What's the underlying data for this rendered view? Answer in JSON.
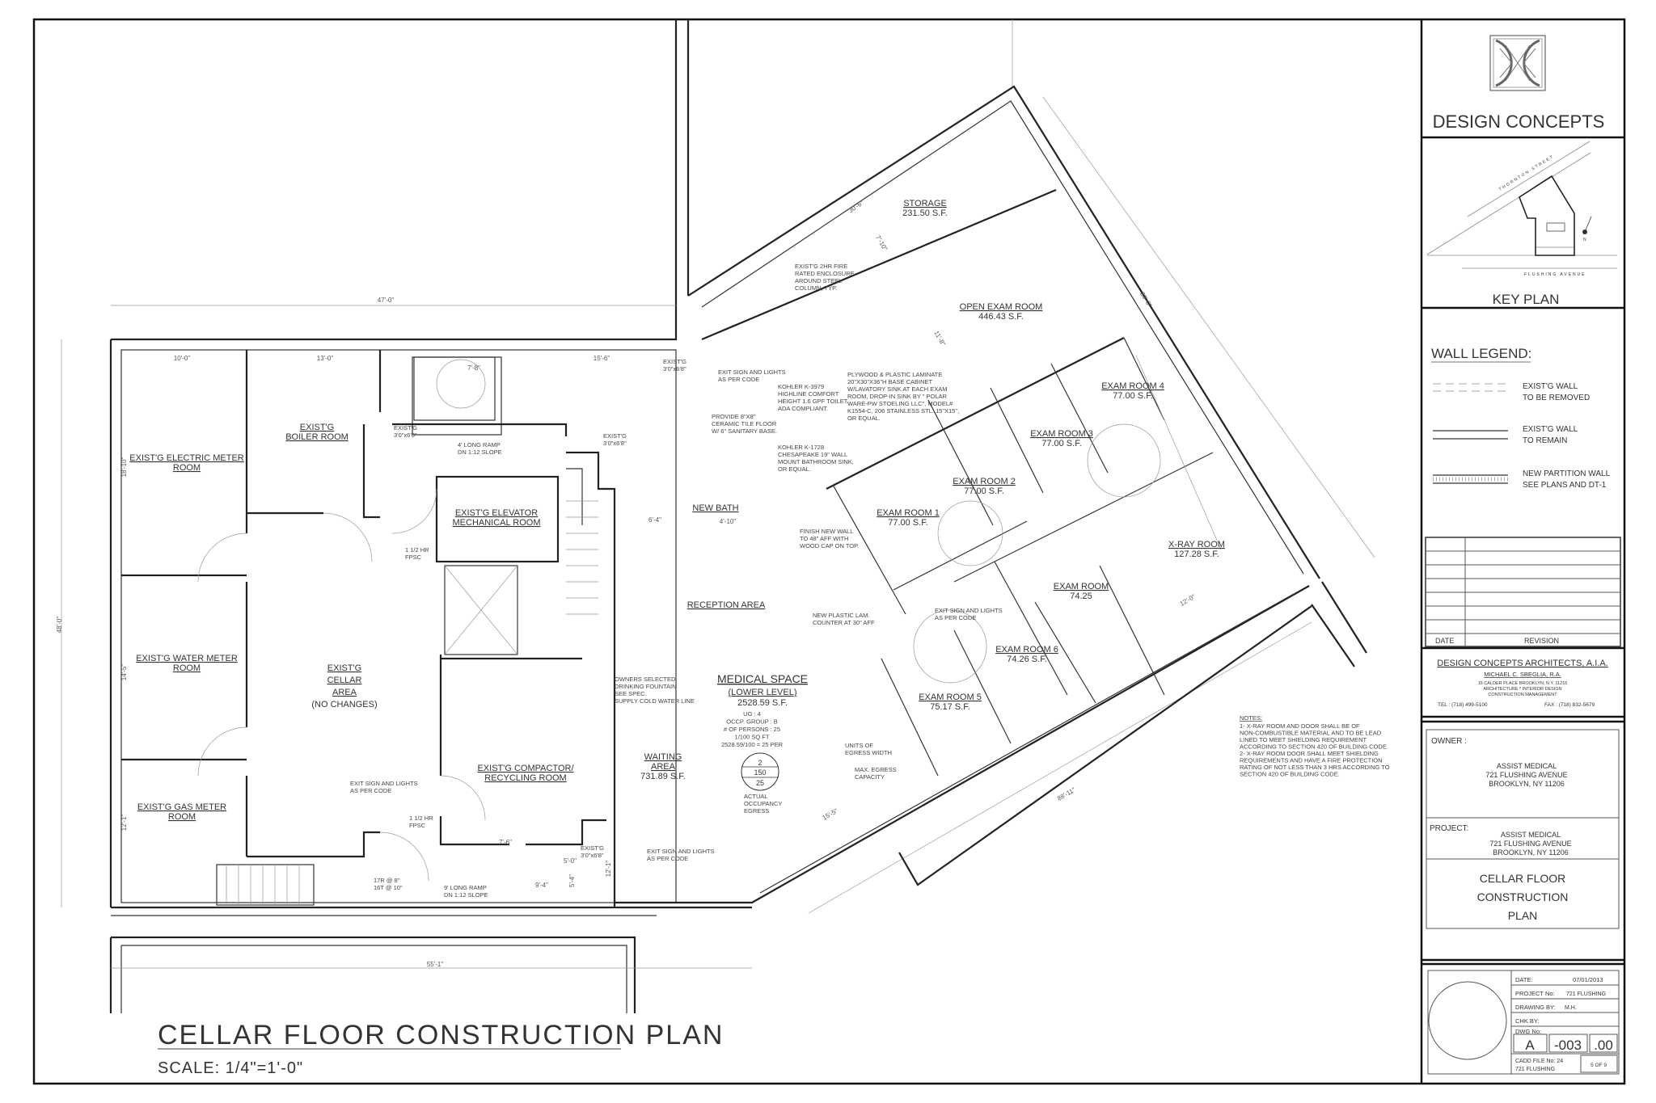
{
  "drawing": {
    "title": "CELLAR FLOOR CONSTRUCTION PLAN",
    "scale": "SCALE: 1/4\"=1'-0\""
  },
  "plan": {
    "rooms": [
      {
        "name": "EXIST'G ELECTRIC METER",
        "name2": "ROOM",
        "area": ""
      },
      {
        "name": "EXIST'G",
        "name2": "BOILER ROOM",
        "area": ""
      },
      {
        "name": "EXIST'G ELEVATOR",
        "name2": "MECHANICAL ROOM",
        "area": ""
      },
      {
        "name": "EXIST'G",
        "name2": "CELLAR",
        "name3": "AREA",
        "area": "(NO CHANGES)"
      },
      {
        "name": "EXIST'G WATER METER",
        "name2": "ROOM",
        "area": ""
      },
      {
        "name": "EXIST'G GAS METER",
        "name2": "ROOM",
        "area": ""
      },
      {
        "name": "EXIST'G COMPACTOR/",
        "name2": "RECYCLING  ROOM",
        "area": ""
      },
      {
        "name": "RECEPTION AREA",
        "area": ""
      },
      {
        "name": "WAITING",
        "name2": "AREA",
        "area": "731.89 S.F."
      },
      {
        "name": "STORAGE",
        "area": "231.50 S.F."
      },
      {
        "name": "OPEN EXAM ROOM",
        "area": "446.43 S.F."
      },
      {
        "name": "EXAM ROOM 4",
        "area": "77.00 S.F."
      },
      {
        "name": "EXAM ROOM 3",
        "area": "77.00 S.F."
      },
      {
        "name": "EXAM ROOM 2",
        "area": "77.00 S.F."
      },
      {
        "name": "EXAM ROOM 1",
        "area": "77.00 S.F."
      },
      {
        "name": "X-RAY ROOM",
        "area": "127.28 S.F."
      },
      {
        "name": "EXAM ROOM",
        "area": "74.25"
      },
      {
        "name": "EXAM ROOM 6",
        "area": "74.26 S.F."
      },
      {
        "name": "EXAM ROOM 5",
        "area": "75.17 S.F."
      },
      {
        "name": "NEW BATH",
        "area": ""
      }
    ],
    "medical_space": {
      "title": "MEDICAL SPACE",
      "subtitle": "(LOWER LEVEL)",
      "area": "2528.59 S.F.",
      "lines": [
        "UG : 4",
        "OCCP. GROUP : B",
        "# OF PERSONS : 25",
        "1/100 SQ FT",
        "2528.59/100 = 25 PER"
      ]
    },
    "egress": {
      "units": "2",
      "capacity": "150",
      "actual": "25",
      "label_units": [
        "UNITS OF",
        "EGRESS WIDTH"
      ],
      "label_capacity": [
        "MAX. EGRESS",
        "CAPACITY"
      ],
      "label_actual": [
        "ACTUAL",
        "OCCUPANCY",
        "EGRESS"
      ]
    },
    "callouts": [
      [
        "EXIST'G 2HR FIRE",
        "RATED ENCLOSURE",
        "AROUND STEEL",
        "COLUMN, TYP."
      ],
      [
        "PLYWOOD & PLASTIC LAMINATE",
        "20\"X30\"X36\"H BASE CABINET",
        "W/LAVATORY SINK AT EACH EXAM",
        "ROOM, DROP-IN SINK BY \" POLAR",
        "WARE-PW STOELING LLC\", MODEL#",
        "K1554-C, 206 STAINLESS STL. 15\"X15\",",
        "OR EQUAL."
      ],
      [
        "PROVIDE 8\"X8\"",
        "CERAMIC TILE FLOOR",
        "W/ 6\" SANITARY BASE."
      ],
      [
        "KOHLER K-3979",
        "HIGHLINE COMFORT",
        "HEIGHT 1.6 GPF TOILET.",
        "ADA COMPLIANT."
      ],
      [
        "KOHLER K-1728",
        "CHESAPEAKE 19\" WALL",
        "MOUNT BATHROOM SINK,",
        "OR EQUAL."
      ],
      [
        "EXIT SIGN AND LIGHTS",
        "AS PER CODE"
      ],
      [
        "FINISH NEW WALL",
        "TO 48\" AFF WITH",
        "WOOD CAP ON TOP."
      ],
      [
        "NEW PLASTIC LAM.",
        "COUNTER AT 30\" AFF"
      ],
      [
        "OWNERS SELECTED",
        "DRINKING FOUNTAIN",
        "SEE SPEC.",
        "SUPPLY COLD WATER LINE"
      ],
      [
        "EXIT SIGN AND LIGHTS",
        "AS PER CODE"
      ],
      [
        "EXIT SIGN AND LIGHTS",
        "AS PER CODE"
      ],
      [
        "EXIT SIGN AND LIGHTS",
        "AS PER CODE"
      ],
      [
        "4' LONG RAMP",
        "DN 1:12 SLOPE"
      ],
      [
        "9' LONG RAMP",
        "DN 1:12 SLOPE"
      ],
      [
        "17R @ 8\"",
        "16T @ 10\""
      ],
      [
        "1 1/2 HR",
        "FPSC"
      ],
      [
        "1 1/2 HR",
        "FPSC"
      ],
      [
        "EXIST'G",
        "3'0\"x6'8\""
      ],
      [
        "EXIST'G",
        "3'0\"x6'8\""
      ],
      [
        "EXIST'G",
        "3'0\"x6'8\""
      ],
      [
        "EXIST'G",
        "3'0\"x6'8\""
      ]
    ],
    "notes": {
      "title": "NOTES:",
      "lines": [
        "1- X-RAY ROOM AND DOOR SHALL BE OF",
        "NON-COMBUSTIBLE MATERIAL AND TO BE LEAD",
        "LINED TO MEET SHIELDING REQUIREMENT",
        "ACCORDING TO SECTION 420 OF BUILDING CODE.",
        "2- X-RAY ROOM DOOR SHALL MEET SHIELDING",
        "REQUIREMENTS AND HAVE A FIRE PROTECTION",
        "RATING OF NOT LESS THAN 3 HRS ACCORDING TO",
        "SECTION 420 OF BUILDING CODE."
      ]
    },
    "dimensions": [
      "47'-0\"",
      "10'-0\"",
      "13'-0\"",
      "15'-6\"",
      "48'-0\"",
      "18'-10\"",
      "14'-5\"",
      "12'-1\"",
      "55'-1\"",
      "30'-6\"",
      "7'-10\"",
      "11'-8\"",
      "80'-0\"",
      "88'-11\"",
      "7'-6\"",
      "9'-4\"",
      "5'-0\"",
      "6'-4\"",
      "4'-10\"",
      "12'-0\"",
      "15'-5\"",
      "7'-8\"",
      "5'-4\"",
      "12'-1\""
    ]
  },
  "title_block": {
    "logo_text": "DESIGN CONCEPTS",
    "key_plan": {
      "label": "KEY PLAN",
      "street_top": "THORNTON STREET",
      "street_bottom": "FLUSHING AVENUE",
      "north": "N"
    },
    "wall_legend": {
      "title": "WALL LEGEND:",
      "items": [
        {
          "line1": "EXIST'G  WALL",
          "line2": "TO BE REMOVED"
        },
        {
          "line1": "EXIST'G WALL",
          "line2": "TO REMAIN"
        },
        {
          "line1": "NEW PARTITION WALL",
          "line2": "SEE PLANS AND DT-1"
        }
      ]
    },
    "revision": {
      "date_header": "DATE",
      "revision_header": "REVISION"
    },
    "architect": {
      "firm": "DESIGN CONCEPTS ARCHITECTS, A.I.A.",
      "principal": "MICHAEL C. SBEGLIA, R.A.",
      "address": "15 CALDER PLACE BROOKLYN, N.Y. 11215",
      "services1": "ARCHITECTURE * INTERIOR DESIGN",
      "services2": "CONSTRUCTION MANAGEMENT",
      "tel": "TEL : (718) 499-5100",
      "fax": "FAX : (718) 832-5679"
    },
    "owner": {
      "label": "OWNER :",
      "line1": "ASSIST MEDICAL",
      "line2": "721 FLUSHING AVENUE",
      "line3": "BROOKLYN, NY 11206"
    },
    "project": {
      "label": "PROJECT:",
      "line1": "ASSIST MEDICAL",
      "line2": "721 FLUSHING AVENUE",
      "line3": "BROOKLYN, NY 11206"
    },
    "sheet_title": {
      "line1": "CELLAR FLOOR",
      "line2": "CONSTRUCTION",
      "line3": "PLAN"
    },
    "info": {
      "date_label": "DATE:",
      "date": "07/01/2013",
      "project_no_label": "PROJECT No:",
      "project_no": "721 FLUSHING",
      "drawing_by_label": "DRAWING BY:",
      "drawing_by": "M.H.",
      "chk_by_label": "CHK BY:",
      "dwg_no_label": "DWG No:",
      "dwg_prefix": "A",
      "dwg_number": "-003",
      "dwg_suffix": ".00",
      "cadd_label": "CADD FILE No: 24",
      "cadd_name": "721 FLUSHING",
      "sheet": "5 OF 9"
    }
  }
}
